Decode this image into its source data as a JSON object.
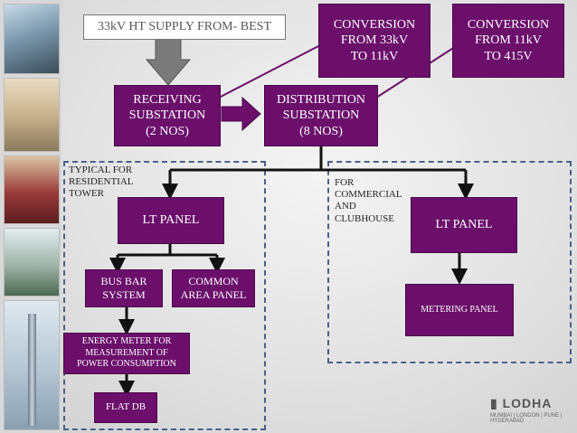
{
  "boxes": {
    "supply": "33kV HT SUPPLY FROM- BEST",
    "conv_33_11": "CONVERSION\nFROM 33kV\nTO 11kV",
    "conv_11_415": "CONVERSION\nFROM 11kV\nTO 415V",
    "receiving": "RECEIVING\nSUBSTATION\n(2 NOS)",
    "distribution": "DISTRIBUTION\nSUBSTATION\n(8 NOS)",
    "lt_panel_left": "LT PANEL",
    "lt_panel_right": "LT PANEL",
    "bus_bar": "BUS BAR\nSYSTEM",
    "common_area": "COMMON\nAREA PANEL",
    "energy_meter": "ENERGY METER FOR\nMEASUREMENT OF\nPOWER CONSUMPTION",
    "flat_db": "FLAT DB",
    "metering": "METERING PANEL"
  },
  "labels": {
    "residential": "TYPICAL FOR\nRESIDENTIAL\nTOWER",
    "commercial": "FOR\nCOMMERCIAL\nAND\nCLUBHOUSE"
  },
  "logo": {
    "brand": "LODHA",
    "cities": "MUMBAI | LONDON | PUNE | HYDERABAD"
  },
  "colors": {
    "box_purple": "#6b0f6b",
    "dashed": "#4a5f8a"
  }
}
